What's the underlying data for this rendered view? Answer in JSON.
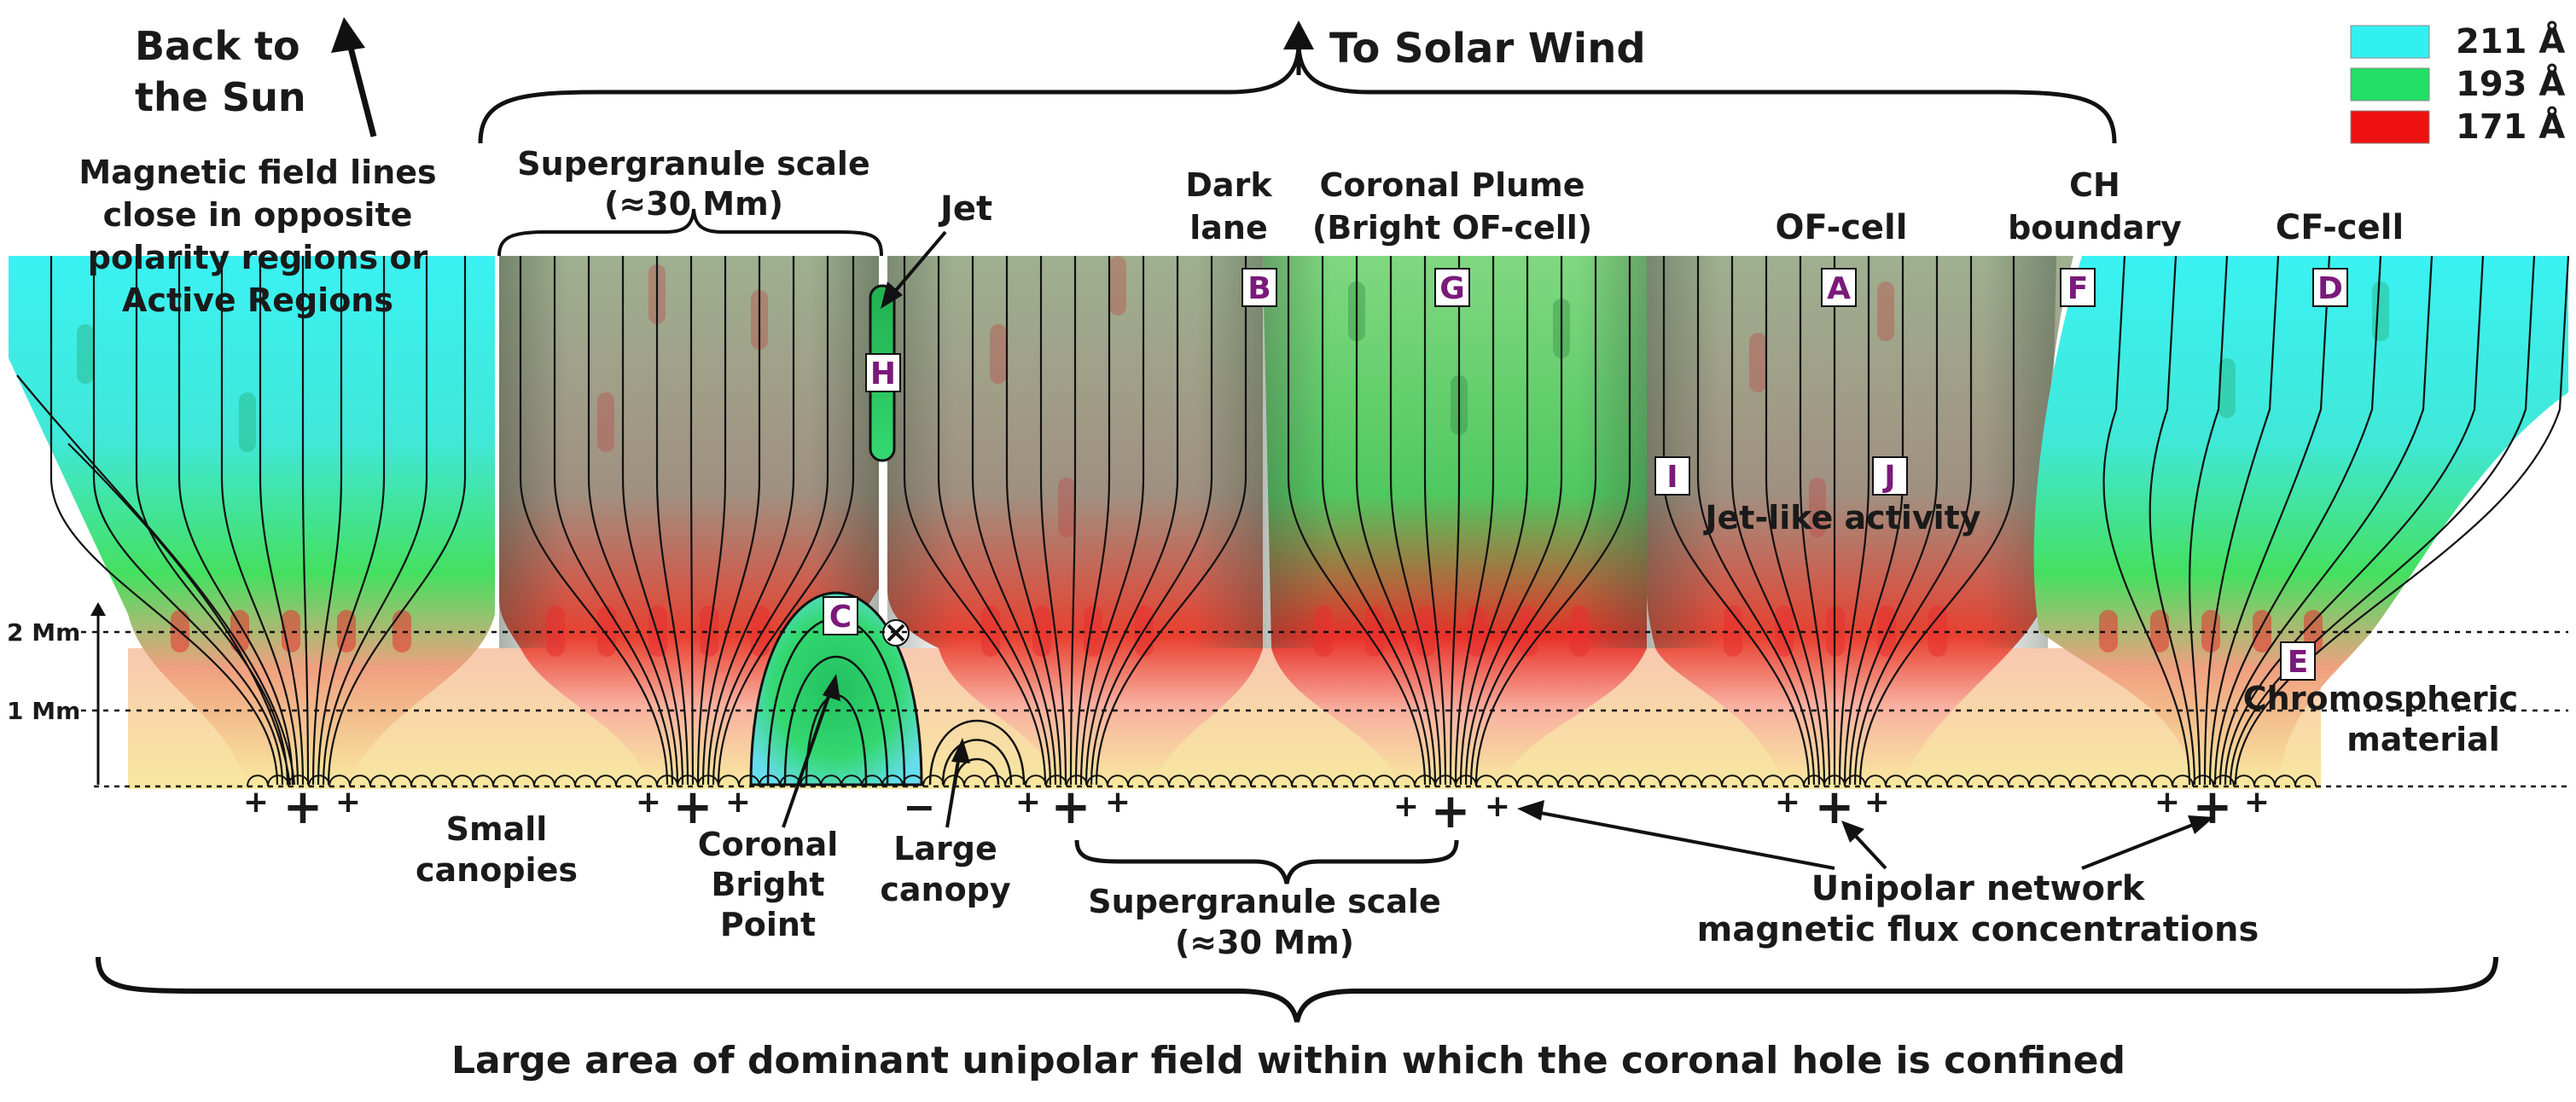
{
  "legend": [
    {
      "label": "211 Å",
      "color": "#33f0f0"
    },
    {
      "label": "193 Å",
      "color": "#22e066"
    },
    {
      "label": "171 Å",
      "color": "#ee1111"
    }
  ],
  "labels": {
    "back_to_sun_1": "Back to",
    "back_to_sun_2": "the Sun",
    "to_solar_wind": "To Solar Wind",
    "close_1": "Magnetic field lines",
    "close_2": "close in opposite",
    "close_3": "polarity regions or",
    "close_4": "Active Regions",
    "sg_top_1": "Supergranule scale",
    "sg_top_2": "(≈30 Mm)",
    "jet": "Jet",
    "dark_lane_1": "Dark",
    "dark_lane_2": "lane",
    "plume_1": "Coronal Plume",
    "plume_2": "(Bright OF-cell)",
    "of_cell": "OF-cell",
    "ch_boundary_1": "CH",
    "ch_boundary_2": "boundary",
    "cf_cell": "CF-cell",
    "jet_like": "Jet-like activity",
    "chromo_1": "Chromospheric",
    "chromo_2": "material",
    "h2": "2 Mm",
    "h1": "1 Mm",
    "small_canopies_1": "Small",
    "small_canopies_2": "canopies",
    "cbp_1": "Coronal",
    "cbp_2": "Bright",
    "cbp_3": "Point",
    "large_canopy_1": "Large",
    "large_canopy_2": "canopy",
    "sg_bottom_1": "Supergranule scale",
    "sg_bottom_2": "(≈30 Mm)",
    "unipolar_1": "Unipolar network",
    "unipolar_2": "magnetic flux concentrations",
    "bottom_caption": "Large area of dominant unipolar field within which the coronal hole is confined"
  },
  "markers": {
    "A": "A",
    "B": "B",
    "C": "C",
    "D": "D",
    "E": "E",
    "F": "F",
    "G": "G",
    "H": "H",
    "I": "I",
    "J": "J"
  },
  "polarity": {
    "plus": "+",
    "minus": "−"
  }
}
